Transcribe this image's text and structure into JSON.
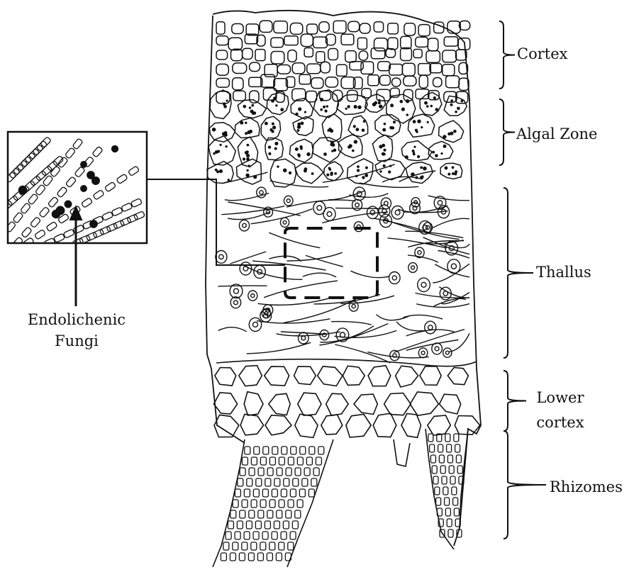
{
  "labels": {
    "cortex": "Cortex",
    "algal_zone": "Algal Zone",
    "thallus": "Thallus",
    "lower_cortex_line1": "Lower",
    "lower_cortex_line2": "cortex",
    "rhizomes": "Rhizomes",
    "endolichenic_line1": "Endolichenic",
    "endolichenic_line2": "Fungi"
  },
  "colors": {
    "ink": "#111111",
    "background": "#ffffff"
  }
}
